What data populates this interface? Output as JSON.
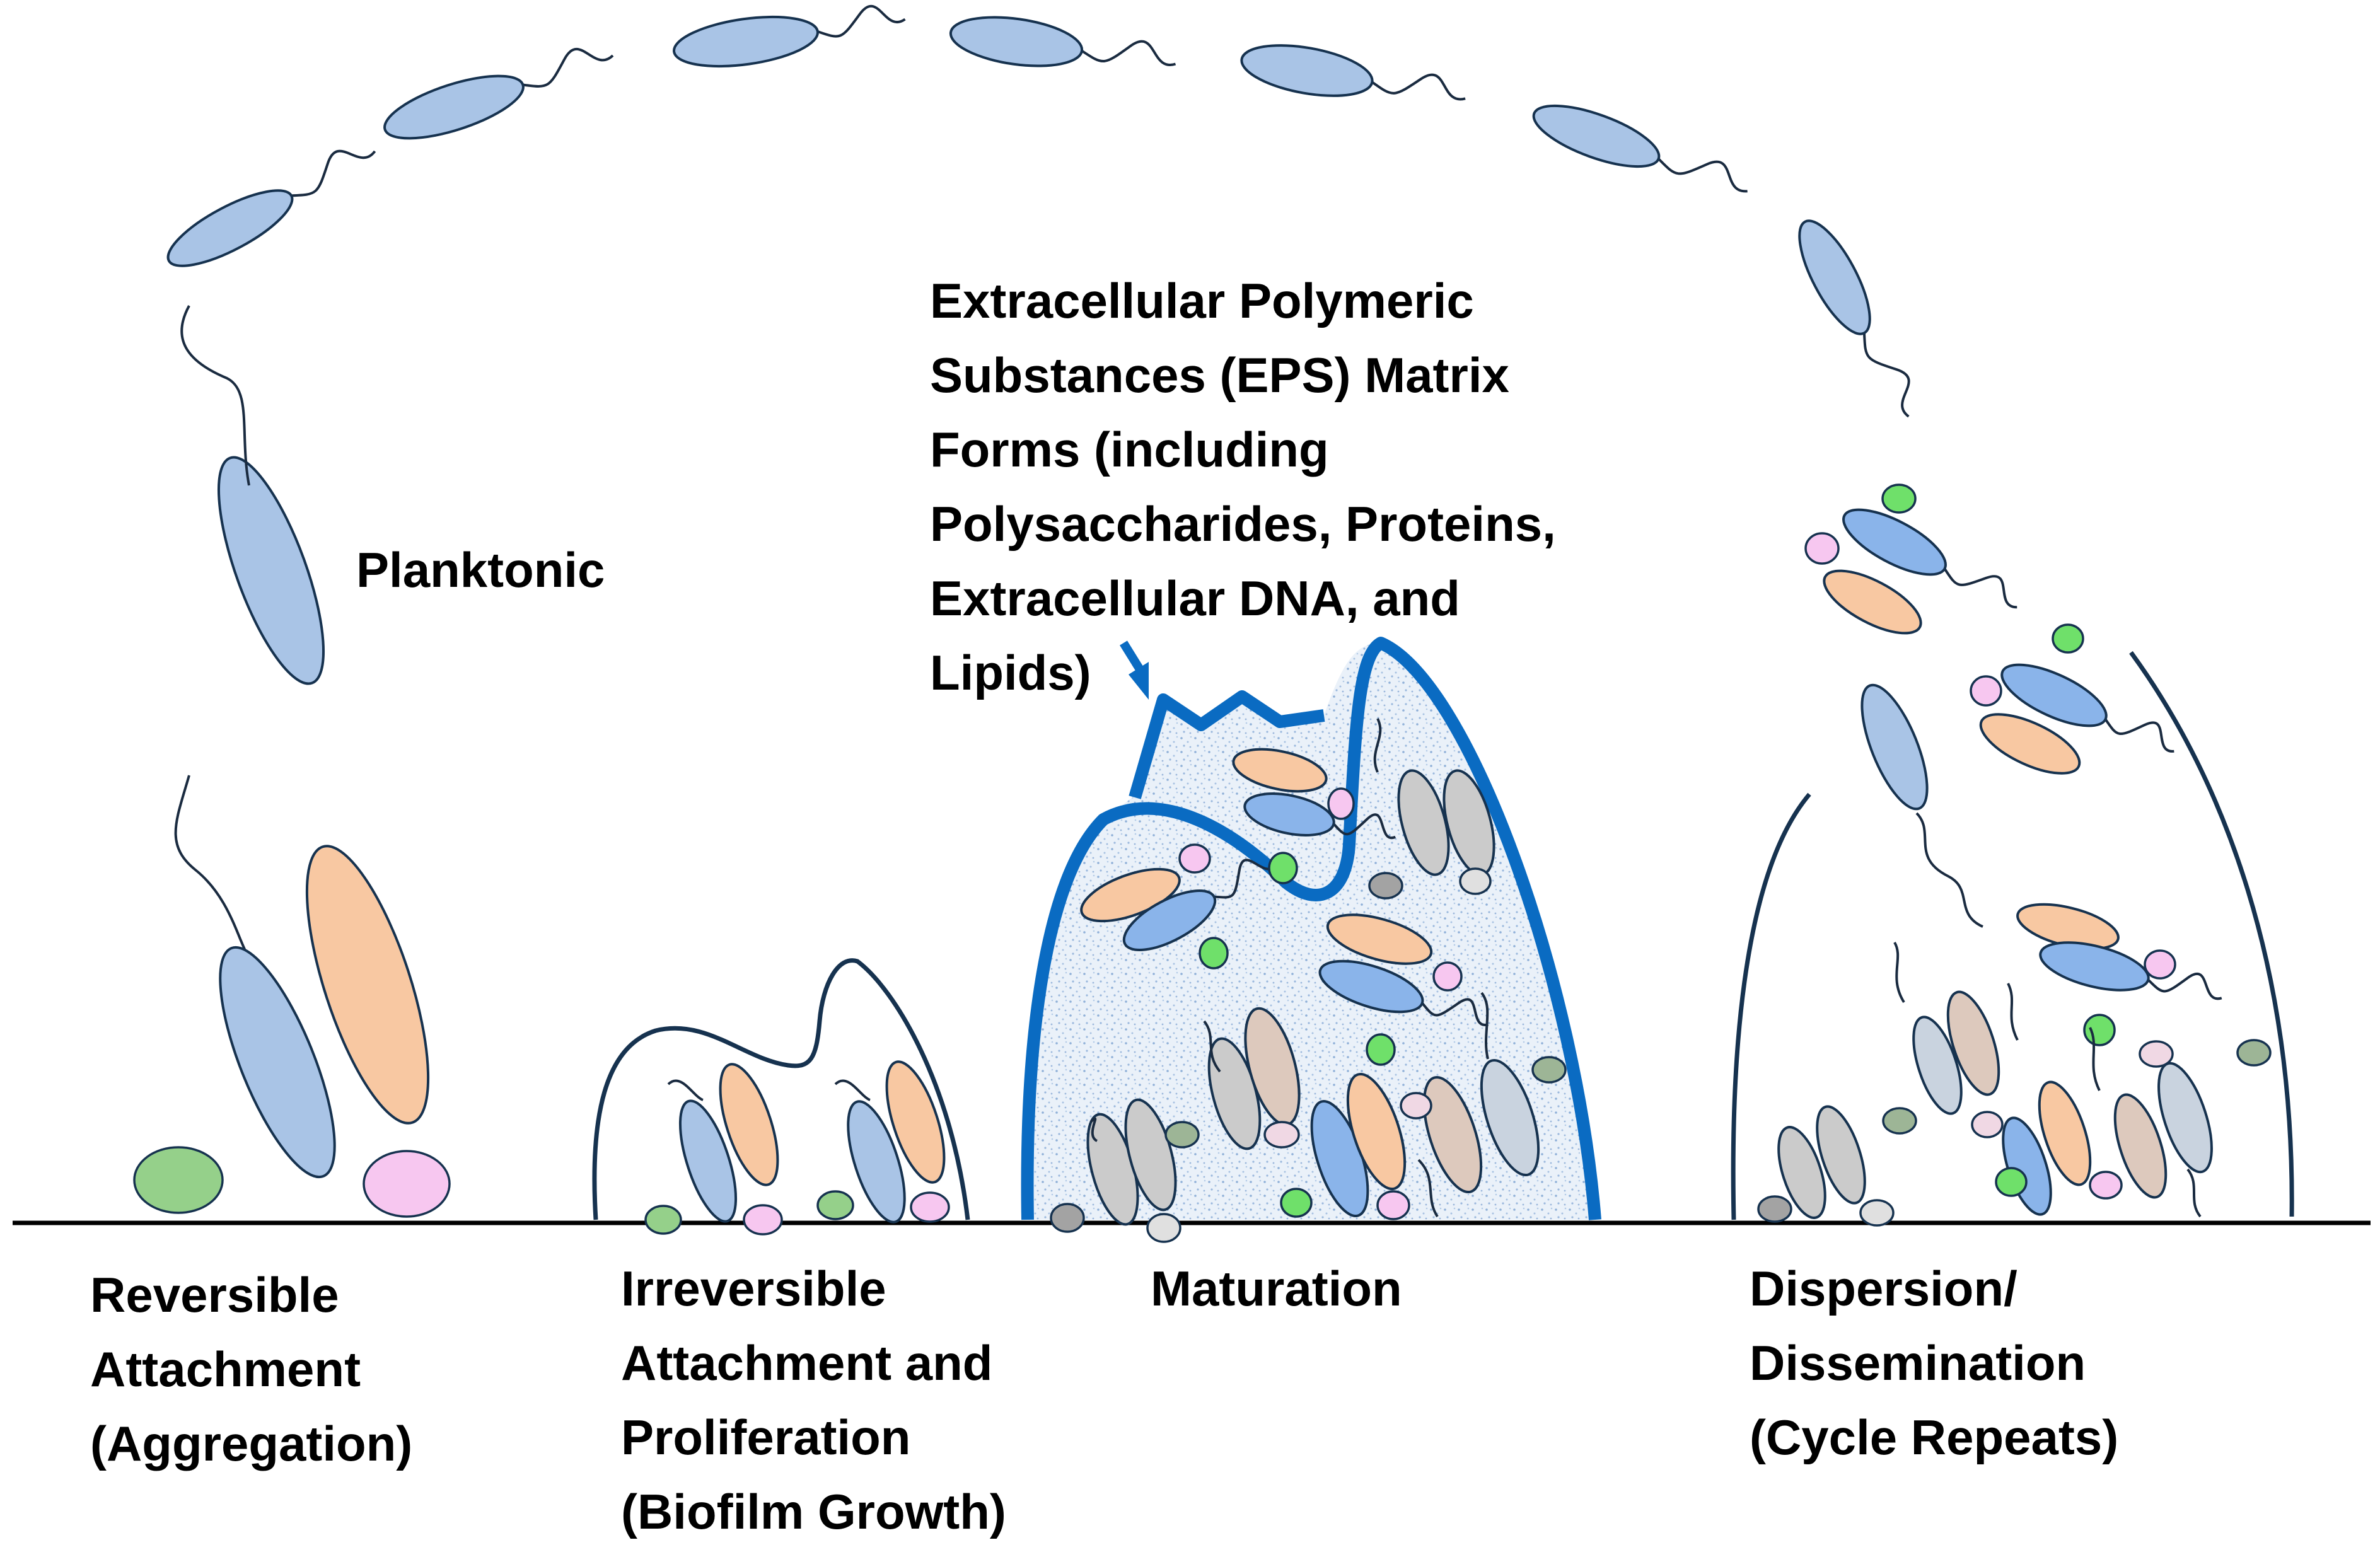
{
  "labels": {
    "planktonic": "Planktonic",
    "eps": [
      "Extracellular Polymeric",
      "Substances (EPS) Matrix",
      "Forms (including",
      "Polysaccharides, Proteins,",
      "Extracellular DNA, and",
      "Lipids)"
    ],
    "reversible": [
      "Reversible",
      "Attachment",
      "(Aggregation)"
    ],
    "irreversible": [
      "Irreversible",
      "Attachment and",
      "Proliferation",
      "(Biofilm Growth)"
    ],
    "maturation": "Maturation",
    "dispersion": [
      "Dispersion/",
      "Dissemination",
      "(Cycle Repeats)"
    ]
  },
  "colors": {
    "blue_cell": "#a9c4e6",
    "bright_blue_cell": "#8ab4ea",
    "orange_cell": "#f8c8a2",
    "gray_cell": "#cbcbcb",
    "tan_cell": "#ddc9bd",
    "slate_cell": "#c9d3df",
    "green_dot": "#6fe06a",
    "light_green_dot": "#95d08a",
    "dark_green_dot": "#9db596",
    "pink_dot": "#f7c7f0",
    "light_pink_dot": "#f0d8e4",
    "gray_dot": "#a3a3a3",
    "light_gray_dot": "#e0e0e0",
    "outline": "#16324f",
    "eps_outline": "#0a6bc2",
    "eps_fill": "#e7eef8"
  }
}
